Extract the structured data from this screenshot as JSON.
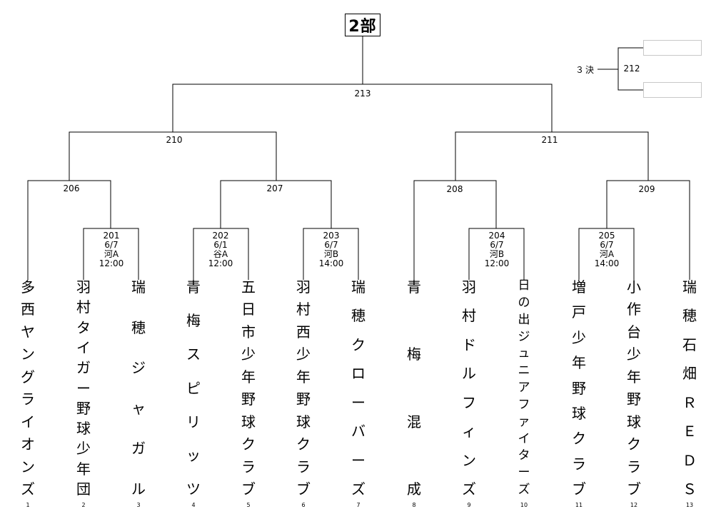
{
  "title": "2部",
  "third_place": {
    "label": "３決",
    "match": "212"
  },
  "final_match": "213",
  "semis": [
    "210",
    "211"
  ],
  "quarters": [
    "206",
    "207",
    "208",
    "209"
  ],
  "first_round": [
    {
      "num": "201",
      "date": "6/7",
      "venue": "河A",
      "time": "12:00"
    },
    {
      "num": "202",
      "date": "6/1",
      "venue": "谷A",
      "time": "12:00"
    },
    {
      "num": "203",
      "date": "6/7",
      "venue": "河B",
      "time": "14:00"
    },
    {
      "num": "204",
      "date": "6/7",
      "venue": "河B",
      "time": "12:00"
    },
    {
      "num": "205",
      "date": "6/7",
      "venue": "河A",
      "time": "14:00"
    }
  ],
  "teams": [
    {
      "seed": "1",
      "name": "多西ヤングライオンズ"
    },
    {
      "seed": "2",
      "name": "羽村タイガー野球少年団"
    },
    {
      "seed": "3",
      "name": "瑞穂ジャガル"
    },
    {
      "seed": "4",
      "name": "青梅スピリッツ"
    },
    {
      "seed": "5",
      "name": "五日市少年野球クラブ"
    },
    {
      "seed": "6",
      "name": "羽村西少年野球クラブ"
    },
    {
      "seed": "7",
      "name": "瑞穂クローバーズ"
    },
    {
      "seed": "8",
      "name": "青梅混成"
    },
    {
      "seed": "9",
      "name": "羽村ドルフィンズ"
    },
    {
      "seed": "10",
      "name": "日の出ジュニアファイターズ"
    },
    {
      "seed": "11",
      "name": "増戸少年野球クラブ"
    },
    {
      "seed": "12",
      "name": "小作台少年野球クラブ"
    },
    {
      "seed": "13",
      "name": "瑞穂石畑ＲＥＤＳ"
    }
  ]
}
